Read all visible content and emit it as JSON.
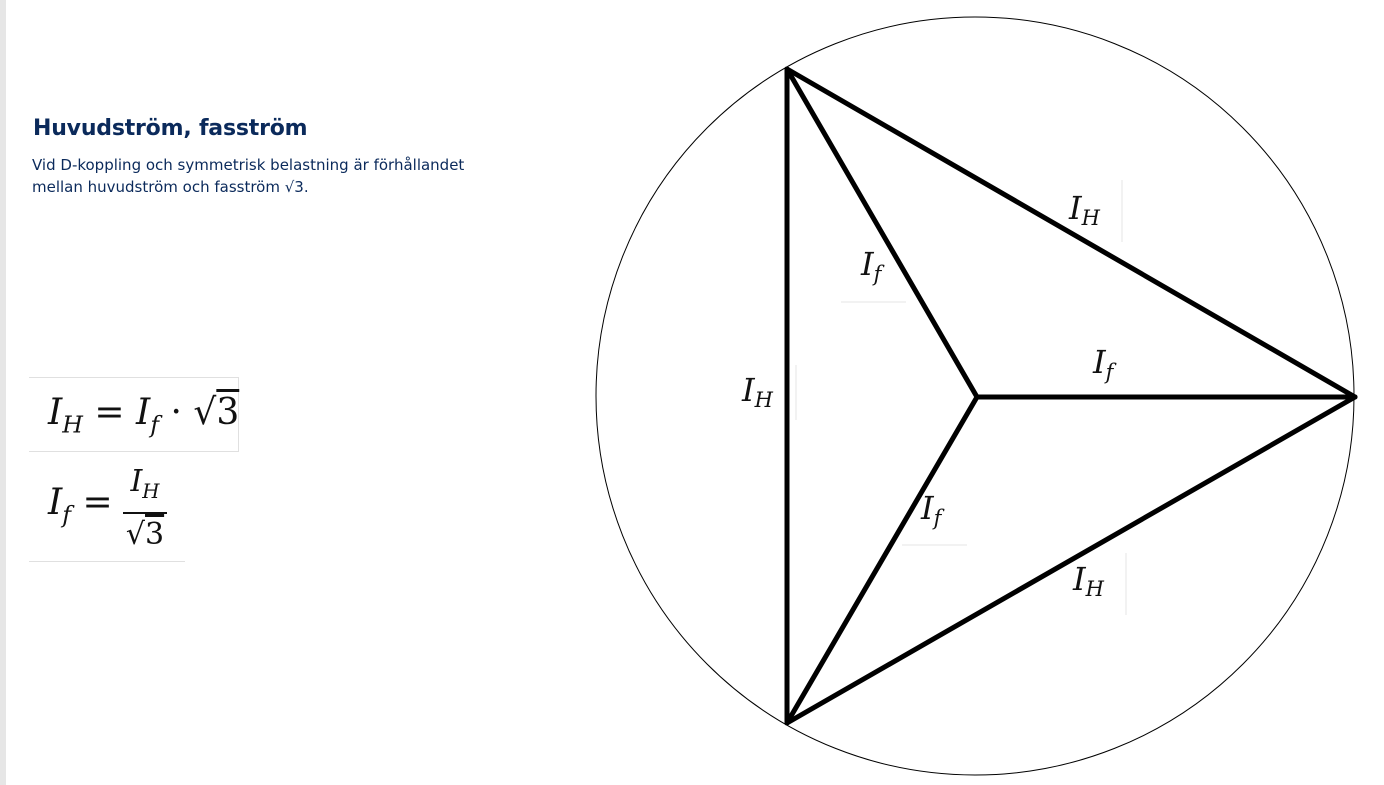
{
  "title": "Huvudström, fasström",
  "description": "Vid D-koppling och symmetrisk belastning är förhållandet mellan huvudström och fasström √3.",
  "formula1": {
    "lhs_base": "I",
    "lhs_sub": "H",
    "eq": " = ",
    "rhs_base": "I",
    "rhs_sub": "f",
    "op": " · ",
    "sqrt_sign": "√",
    "sqrt_arg": "3"
  },
  "formula2": {
    "lhs_base": "I",
    "lhs_sub": "f",
    "eq": " = ",
    "num_base": "I",
    "num_sub": "H",
    "den_sign": "√",
    "den_arg": "3"
  },
  "diagram_labels": {
    "ih_left": {
      "base": "I",
      "sub": "H"
    },
    "ih_top": {
      "base": "I",
      "sub": "H"
    },
    "ih_bottom": {
      "base": "I",
      "sub": "H"
    },
    "if_upper": {
      "base": "I",
      "sub": "f"
    },
    "if_right": {
      "base": "I",
      "sub": "f"
    },
    "if_lower": {
      "base": "I",
      "sub": "f"
    }
  },
  "colors": {
    "title": "#0b2a5b",
    "line": "#000000"
  }
}
